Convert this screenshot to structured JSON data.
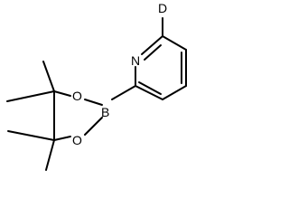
{
  "molecule": {
    "atoms": {
      "deuterium": "D",
      "nitrogen": "N",
      "boron": "B",
      "oxygen_top": "O",
      "oxygen_bottom": "O"
    }
  },
  "colors": {
    "background": "#ffffff",
    "ink": "#000000"
  }
}
